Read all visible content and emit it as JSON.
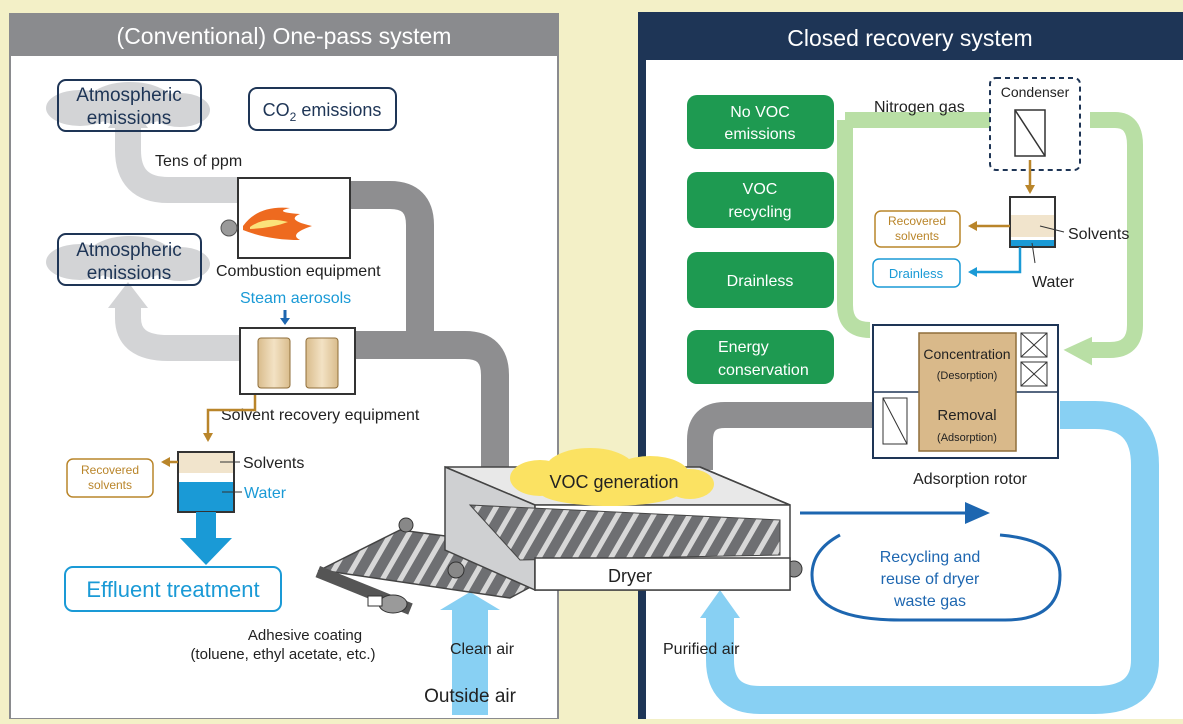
{
  "left_panel": {
    "title": "(Conventional) One-pass system",
    "atmospheric_1": [
      "Atmospheric",
      "emissions"
    ],
    "co2": {
      "prefix": "CO",
      "sub": "2",
      "suffix": " emissions"
    },
    "tens_ppm": "Tens of ppm",
    "atmospheric_2": [
      "Atmospheric",
      "emissions"
    ],
    "combustion": "Combustion equipment",
    "steam": "Steam aerosols",
    "solvent_recovery": "Solvent recovery equipment",
    "recovered": [
      "Recovered",
      "solvents"
    ],
    "solvents": "Solvents",
    "water": "Water",
    "effluent": "Effluent treatment",
    "adhesive": [
      "Adhesive coating",
      "(toluene, ethyl acetate, etc.)"
    ],
    "clean_air": "Clean air",
    "outside_air": "Outside air"
  },
  "center": {
    "voc_generation": "VOC generation",
    "dryer": "Dryer"
  },
  "right_panel": {
    "title": "Closed recovery system",
    "benefits": [
      [
        "No VOC",
        "emissions"
      ],
      [
        "VOC",
        "recycling"
      ],
      [
        "Drainless"
      ],
      [
        "Energy",
        "conservation"
      ]
    ],
    "nitrogen": "Nitrogen gas",
    "condenser": "Condenser",
    "recovered": [
      "Recovered",
      "solvents"
    ],
    "solvents": "Solvents",
    "drainless_tag": "Drainless",
    "water": "Water",
    "concentration": "Concentration",
    "desorption": "(Desorption)",
    "removal": "Removal",
    "adsorption": "(Adsorption)",
    "rotor": "Adsorption rotor",
    "recycling": [
      "Recycling and",
      "reuse of dryer",
      "waste gas"
    ],
    "purified": "Purified air"
  },
  "colors": {
    "bg": "#f3f0c7",
    "left_header": "#8a8b8e",
    "right_header": "#1e3556",
    "green": "#1e9a51",
    "light_green": "#b9dfa5",
    "gray_duct": "#8e8e90",
    "light_duct": "#d3d4d6",
    "light_blue": "#88d0f3",
    "blue": "#1a9ad6",
    "dark_blue": "#1d66b0",
    "gold": "#b9852a",
    "tan": "#e9d4ae"
  }
}
